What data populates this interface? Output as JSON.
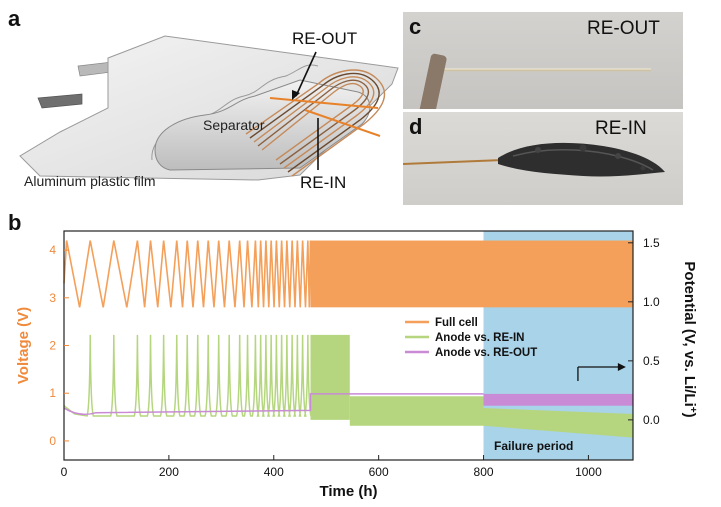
{
  "panel_a": {
    "letter": "a",
    "labels": {
      "re_out": "RE-OUT",
      "separator": "Separator",
      "re_in": "RE-IN",
      "film": "Aluminum plastic film"
    }
  },
  "panel_c": {
    "letter": "c",
    "label": "RE-OUT"
  },
  "panel_d": {
    "letter": "d",
    "label": "RE-IN"
  },
  "panel_b": {
    "letter": "b"
  },
  "colors": {
    "full_cell": "#f4a05a",
    "anode_re_in": "#b5d67f",
    "anode_re_out": "#c98bd6",
    "failure_region": "#a9d3e8",
    "left_axis": "#f08a3c",
    "electrode_wire": "#e8822a"
  },
  "chart_data": {
    "type": "line",
    "xlabel": "Time (h)",
    "ylabel": "Voltage (V)",
    "y2label_main": "Potential (V, vs. Li/Li",
    "y2label_sup": "+",
    "y2label_end": ")",
    "xlim": [
      0,
      1085
    ],
    "ylim": [
      -0.4,
      4.4
    ],
    "y2lim": [
      -0.34,
      1.6
    ],
    "xticks": [
      0,
      200,
      400,
      600,
      800,
      1000
    ],
    "yticks": [
      0,
      1,
      2,
      3,
      4
    ],
    "y2ticks": [
      0.0,
      0.5,
      1.0,
      1.5
    ],
    "y2ticklabels": [
      "0.0",
      "0.5",
      "1.0",
      "1.5"
    ],
    "failure_region": {
      "x": [
        800,
        1085
      ],
      "label": "Failure period"
    },
    "legend": {
      "placement": "center-right",
      "entries": [
        "Full cell",
        "Anode vs. RE-IN",
        "Anode vs. RE-OUT"
      ]
    },
    "series": [
      {
        "name": "Full cell",
        "axis": "left",
        "description_points": {
          "cycle_starts_h": [
            5,
            50,
            95,
            140,
            165,
            190,
            215,
            235,
            255,
            275,
            295,
            315,
            335,
            350,
            365,
            375,
            385,
            395,
            405,
            415,
            425,
            435,
            445,
            455,
            465
          ],
          "v_max": 4.2,
          "v_min": 2.8,
          "dense_region_h": [
            470,
            1085
          ],
          "dense_band_v": [
            2.8,
            4.2
          ]
        }
      },
      {
        "name": "Anode vs. RE-IN",
        "axis": "right",
        "description_points": {
          "spike_times_h": [
            50,
            95,
            140,
            165,
            190,
            215,
            235,
            255,
            275,
            295,
            315,
            335,
            350,
            365,
            375,
            385,
            395,
            405,
            415,
            425,
            435,
            445,
            455,
            465
          ],
          "spike_peak_v": 0.72,
          "baseline_v": 0.05,
          "dense_band_460_800_v": [
            0.0,
            0.72
          ],
          "late_band_v": [
            -0.05,
            0.1
          ],
          "end_value_v": -0.15
        }
      },
      {
        "name": "Anode vs. RE-OUT",
        "axis": "right",
        "description_points": {
          "flat_value_v": 0.22,
          "flat_region_h": [
            470,
            800
          ],
          "band_800_1085_v": [
            0.12,
            0.22
          ]
        }
      }
    ],
    "annotation": {
      "type": "arrow",
      "direction": "right",
      "points_to": "right-axis"
    }
  }
}
